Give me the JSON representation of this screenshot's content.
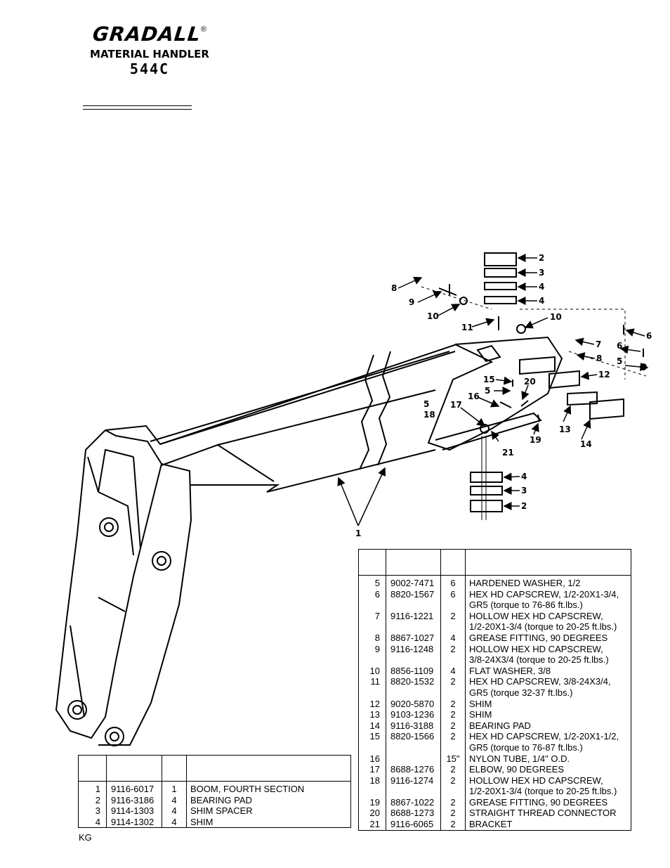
{
  "header": {
    "brand": "GRADALL",
    "registered": "®",
    "subtitle": "MATERIAL HANDLER",
    "model": "544C"
  },
  "diagram_callouts": [
    "1",
    "2",
    "3",
    "4",
    "4",
    "5",
    "5",
    "5",
    "6",
    "6",
    "7",
    "8",
    "8",
    "9",
    "10",
    "10",
    "11",
    "12",
    "13",
    "14",
    "15",
    "16",
    "17",
    "18",
    "19",
    "20",
    "21",
    "4",
    "3",
    "2"
  ],
  "parts_right": [
    {
      "item": "5",
      "part": "9002-7471",
      "qty": "6",
      "desc": [
        "HARDENED WASHER, 1/2"
      ]
    },
    {
      "item": "6",
      "part": "8820-1567",
      "qty": "6",
      "desc": [
        "HEX HD CAPSCREW, 1/2-20X1-3/4,",
        "GR5 (torque to 76-86 ft.lbs.)"
      ]
    },
    {
      "item": "7",
      "part": "9116-1221",
      "qty": "2",
      "desc": [
        "HOLLOW HEX HD CAPSCREW,",
        "1/2-20X1-3/4 (torque to 20-25 ft.lbs.)"
      ]
    },
    {
      "item": "8",
      "part": "8867-1027",
      "qty": "4",
      "desc": [
        "GREASE FITTING, 90 DEGREES"
      ]
    },
    {
      "item": "9",
      "part": "9116-1248",
      "qty": "2",
      "desc": [
        "HOLLOW HEX HD CAPSCREW,",
        "3/8-24X3/4 (torque to 20-25 ft.lbs.)"
      ]
    },
    {
      "item": "10",
      "part": "8856-1109",
      "qty": "4",
      "desc": [
        "FLAT WASHER, 3/8"
      ]
    },
    {
      "item": "11",
      "part": "8820-1532",
      "qty": "2",
      "desc": [
        "HEX HD CAPSCREW, 3/8-24X3/4,",
        "GR5 (torque 32-37 ft.lbs.)"
      ]
    },
    {
      "item": "12",
      "part": "9020-5870",
      "qty": "2",
      "desc": [
        "SHIM"
      ]
    },
    {
      "item": "13",
      "part": "9103-1236",
      "qty": "2",
      "desc": [
        "SHIM"
      ]
    },
    {
      "item": "14",
      "part": "9116-3188",
      "qty": "2",
      "desc": [
        "BEARING PAD"
      ]
    },
    {
      "item": "15",
      "part": "8820-1566",
      "qty": "2",
      "desc": [
        "HEX HD CAPSCREW, 1/2-20X1-1/2,",
        "GR5 (torque to 76-87 ft.lbs.)"
      ]
    },
    {
      "item": "16",
      "part": "",
      "qty": "15\"",
      "desc": [
        "NYLON TUBE, 1/4\" O.D."
      ]
    },
    {
      "item": "17",
      "part": "8688-1276",
      "qty": "2",
      "desc": [
        "ELBOW, 90 DEGREES"
      ]
    },
    {
      "item": "18",
      "part": "9116-1274",
      "qty": "2",
      "desc": [
        "HOLLOW HEX HD CAPSCREW,",
        "1/2-20X1-3/4 (torque to 20-25 ft.lbs.)"
      ]
    },
    {
      "item": "19",
      "part": "8867-1022",
      "qty": "2",
      "desc": [
        "GREASE FITTING, 90 DEGREES"
      ]
    },
    {
      "item": "20",
      "part": "8688-1273",
      "qty": "2",
      "desc": [
        "STRAIGHT THREAD CONNECTOR"
      ]
    },
    {
      "item": "21",
      "part": "9116-6065",
      "qty": "2",
      "desc": [
        "BRACKET"
      ]
    }
  ],
  "parts_left": [
    {
      "item": "1",
      "part": "9116-6017",
      "qty": "1",
      "desc": [
        "BOOM, FOURTH SECTION"
      ]
    },
    {
      "item": "2",
      "part": "9116-3186",
      "qty": "4",
      "desc": [
        "BEARING PAD"
      ]
    },
    {
      "item": "3",
      "part": "9114-1303",
      "qty": "4",
      "desc": [
        "SHIM SPACER"
      ]
    },
    {
      "item": "4",
      "part": "9114-1302",
      "qty": "4",
      "desc": [
        "SHIM"
      ]
    }
  ],
  "footer": {
    "code": "KG"
  }
}
